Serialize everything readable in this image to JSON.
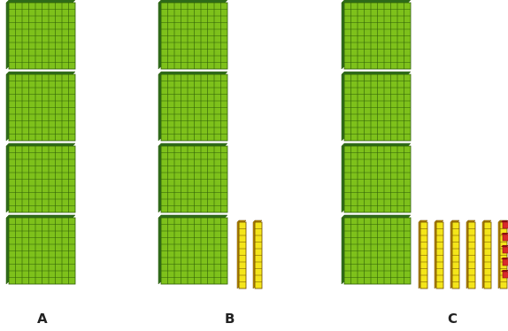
{
  "labels": {
    "a": "A",
    "b": "B",
    "c": "C"
  },
  "colors": {
    "hundred_fill": "#7ec11b",
    "hundred_grid": "#2f5f08",
    "hundred_side": "#2f6c1c",
    "ten_fill": "#f4e51a",
    "ten_grid": "#6f4b00",
    "ten_side": "#b98a00",
    "one_fill": "#d92a2a",
    "one_side": "#8a1111"
  },
  "groups": [
    {
      "label": "A",
      "hundreds": 4,
      "tens": 0,
      "ones": 0
    },
    {
      "label": "B",
      "hundreds": 4,
      "tens": 2,
      "ones": 0
    },
    {
      "label": "C",
      "hundreds": 4,
      "tens": 6,
      "ones": 5
    }
  ]
}
